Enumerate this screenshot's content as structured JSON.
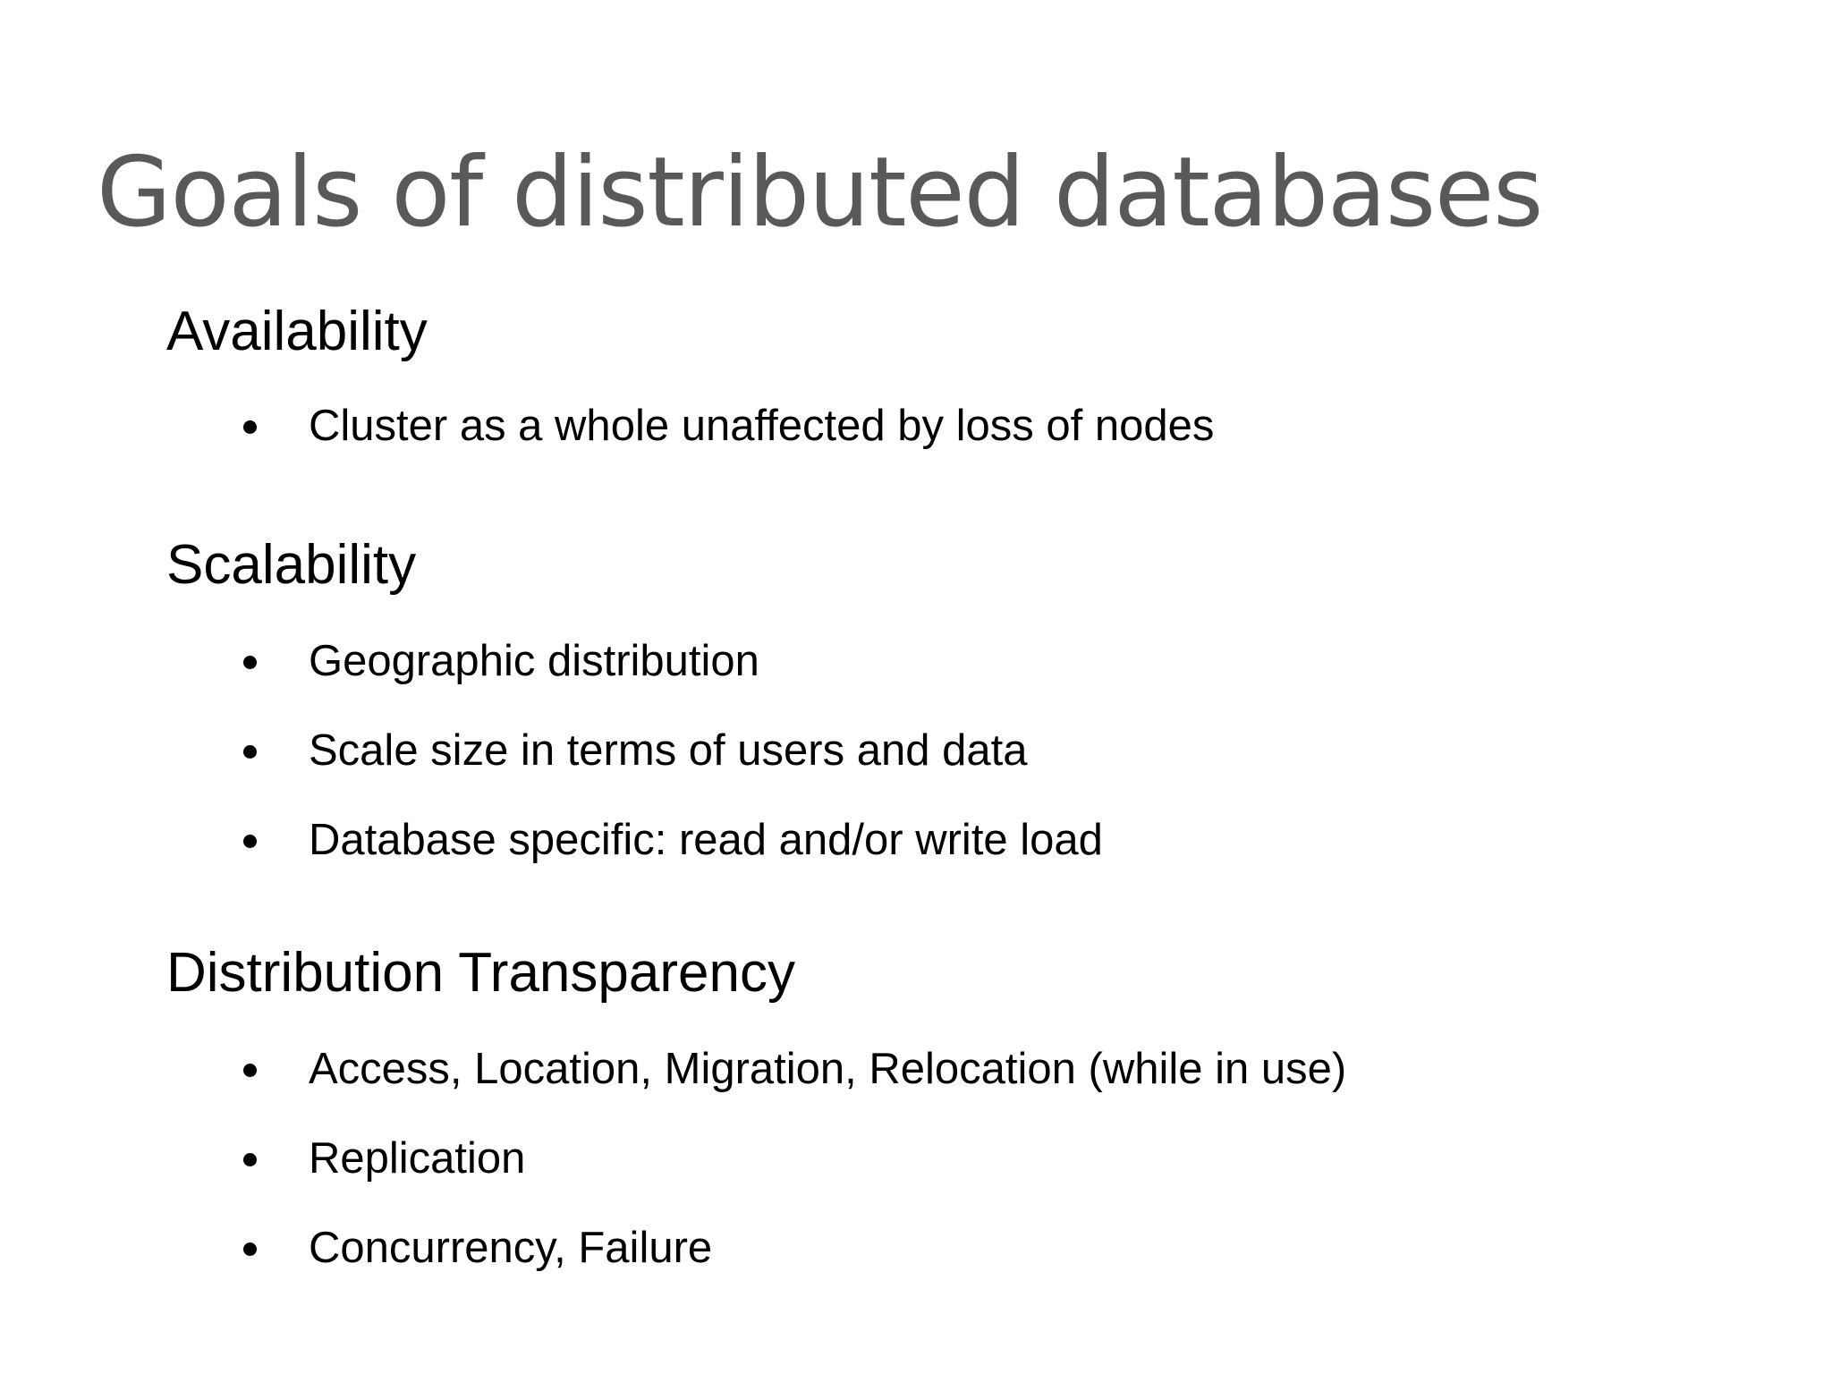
{
  "slide": {
    "title": "Goals of distributed databases",
    "title_color": "#595959",
    "body_color": "#000000",
    "background_color": "#ffffff",
    "bullet_glyph": "•",
    "groups": [
      {
        "heading": "Availability",
        "bullets": [
          "Cluster as a whole unaffected by loss of nodes"
        ]
      },
      {
        "heading": "Scalability",
        "bullets": [
          "Geographic distribution",
          "Scale size in terms of users and data",
          "Database specific: read and/or write load"
        ]
      },
      {
        "heading": "Distribution Transparency",
        "bullets": [
          "Access, Location, Migration, Relocation (while in use)",
          "Replication",
          "Concurrency, Failure"
        ]
      }
    ]
  }
}
